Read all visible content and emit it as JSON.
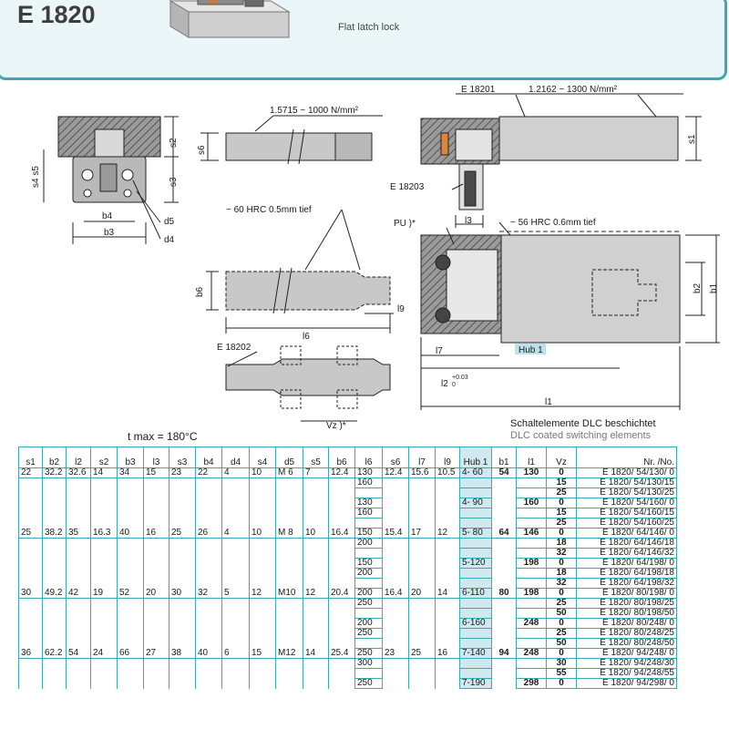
{
  "header": {
    "title": "E 1820",
    "subtitle": "Flat latch lock"
  },
  "drawing": {
    "e18201": "E 18201",
    "e18202": "E 18202",
    "e18203": "E 18203",
    "strength1": "1.5715 ~ 1000 N/mm²",
    "strength2": "1.2162 ~ 1300 N/mm²",
    "hrc60": "~ 60 HRC 0.5mm tief",
    "hrc56": "~ 56 HRC 0.6mm tief",
    "pu": "PU )*",
    "vz": "Vz )*",
    "hub": "Hub 1",
    "l2_tol": "+0.03",
    "l2_tol0": "0",
    "dims": {
      "s1": "s1",
      "s2": "s2",
      "s3": "s3",
      "s4s5": "s4 s5",
      "s6": "s6",
      "b1": "b1",
      "b2": "b2",
      "b3": "b3",
      "b4": "b4",
      "b6": "b6",
      "d4": "d4",
      "d5": "d5",
      "l1": "l1",
      "l2": "l2",
      "l3": "l3",
      "l6": "l6",
      "l7": "l7",
      "l9": "l9"
    }
  },
  "notes": {
    "tmax": "t max = 180°C",
    "dlc_de": "Schaltelemente DLC beschichtet",
    "dlc_en": "DLC coated switching elements"
  },
  "table": {
    "headers": [
      "s1",
      "b2",
      "l2",
      "s2",
      "b3",
      "l3",
      "s3",
      "b4",
      "d4",
      "s4",
      "d5",
      "s5",
      "b6",
      "l6",
      "s6",
      "l7",
      "l9",
      "Hub 1",
      "b1",
      "l1",
      "Vz",
      "Nr. /No."
    ],
    "rows": [
      {
        "s1": "22",
        "b2": "32.2",
        "l2": "32.6",
        "s2": "14",
        "b3": "34",
        "l3": "15",
        "s3": "23",
        "b4": "22",
        "d4": "4",
        "s4": "10",
        "d5": "M 6",
        "s5": "7",
        "b6": "12.4",
        "l6": "130",
        "s6": "12.4",
        "l7": "15.6",
        "l9": "10.5",
        "hub": "4- 60",
        "b1": "54",
        "l1": "130",
        "vz": "0",
        "nr": "E 1820/  54/130/  0"
      },
      {
        "l6": "160",
        "vz": "15",
        "nr": "E 1820/  54/130/15"
      },
      {
        "vz": "25",
        "nr": "E 1820/  54/130/25"
      },
      {
        "l6": "130",
        "hub": "4- 90",
        "l1": "160",
        "vz": "0",
        "nr": "E 1820/  54/160/  0"
      },
      {
        "l6": "160",
        "vz": "15",
        "nr": "E 1820/  54/160/15"
      },
      {
        "vz": "25",
        "nr": "E 1820/  54/160/25"
      },
      {
        "s1": "25",
        "b2": "38.2",
        "l2": "35",
        "s2": "16.3",
        "b3": "40",
        "l3": "16",
        "s3": "25",
        "b4": "26",
        "d4": "4",
        "s4": "10",
        "d5": "M 8",
        "s5": "10",
        "b6": "16.4",
        "l6": "150",
        "s6": "15.4",
        "l7": "17",
        "l9": "12",
        "hub": "5- 80",
        "b1": "64",
        "l1": "146",
        "vz": "0",
        "nr": "E 1820/  64/146/  0"
      },
      {
        "l6": "200",
        "vz": "18",
        "nr": "E 1820/  64/146/18"
      },
      {
        "vz": "32",
        "nr": "E 1820/  64/146/32"
      },
      {
        "l6": "150",
        "hub": "5-120",
        "l1": "198",
        "vz": "0",
        "nr": "E 1820/  64/198/  0"
      },
      {
        "l6": "200",
        "vz": "18",
        "nr": "E 1820/  64/198/18"
      },
      {
        "vz": "32",
        "nr": "E 1820/  64/198/32"
      },
      {
        "s1": "30",
        "b2": "49.2",
        "l2": "42",
        "s2": "19",
        "b3": "52",
        "l3": "20",
        "s3": "30",
        "b4": "32",
        "d4": "5",
        "s4": "12",
        "d5": "M10",
        "s5": "12",
        "b6": "20.4",
        "l6": "200",
        "s6": "16.4",
        "l7": "20",
        "l9": "14",
        "hub": "6-110",
        "b1": "80",
        "l1": "198",
        "vz": "0",
        "nr": "E 1820/  80/198/  0"
      },
      {
        "l6": "250",
        "vz": "25",
        "nr": "E 1820/  80/198/25"
      },
      {
        "vz": "50",
        "nr": "E 1820/  80/198/50"
      },
      {
        "l6": "200",
        "hub": "6-160",
        "l1": "248",
        "vz": "0",
        "nr": "E 1820/  80/248/  0"
      },
      {
        "l6": "250",
        "vz": "25",
        "nr": "E 1820/  80/248/25"
      },
      {
        "vz": "50",
        "nr": "E 1820/  80/248/50"
      },
      {
        "s1": "36",
        "b2": "62.2",
        "l2": "54",
        "s2": "24",
        "b3": "66",
        "l3": "27",
        "s3": "38",
        "b4": "40",
        "d4": "6",
        "s4": "15",
        "d5": "M12",
        "s5": "14",
        "b6": "25.4",
        "l6": "250",
        "s6": "23",
        "l7": "25",
        "l9": "16",
        "hub": "7-140",
        "b1": "94",
        "l1": "248",
        "vz": "0",
        "nr": "E 1820/  94/248/  0"
      },
      {
        "l6": "300",
        "vz": "30",
        "nr": "E 1820/  94/248/30"
      },
      {
        "vz": "55",
        "nr": "E 1820/  94/248/55"
      },
      {
        "l6": "250",
        "hub": "7-190",
        "l1": "298",
        "vz": "0",
        "nr": "E 1820/  94/298/  0"
      }
    ]
  }
}
